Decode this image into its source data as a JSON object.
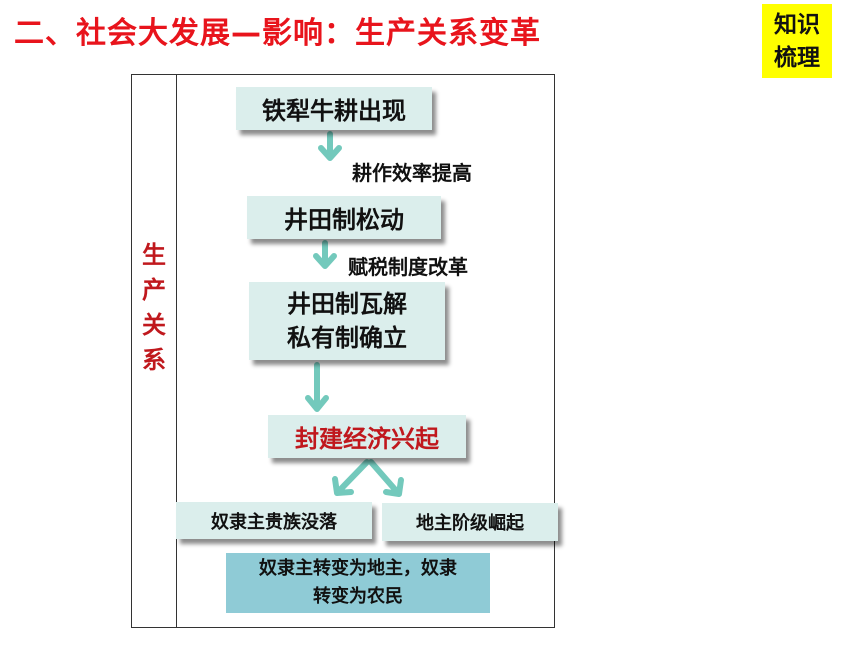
{
  "title": "二、社会大发展—影响：生产关系变革",
  "tag": {
    "line1": "知识",
    "line2": "梳理"
  },
  "side_label": [
    "生",
    "产",
    "关",
    "系"
  ],
  "nodes": {
    "iron_plough": "铁犁牛耕出现",
    "efficiency_note": "耕作效率提高",
    "well_field_loosen": "井田制松动",
    "tax_note": "赋税制度改革",
    "collapse_line1": "井田制瓦解",
    "collapse_line2": "私有制确立",
    "feudal_economy": "封建经济兴起",
    "slave_owner_decline": "奴隶主贵族没落",
    "landlord_rise": "地主阶级崛起"
  },
  "result": {
    "line1": "奴隶主转变为地主，奴隶",
    "line2": "转变为农民"
  },
  "colors": {
    "title": "#e8141c",
    "accent_red": "#c0181d",
    "tag_bg": "#ffff00",
    "box_bg": "#dbeeec",
    "result_bg": "#8fcbd6",
    "arrow": "#73c9bc"
  }
}
